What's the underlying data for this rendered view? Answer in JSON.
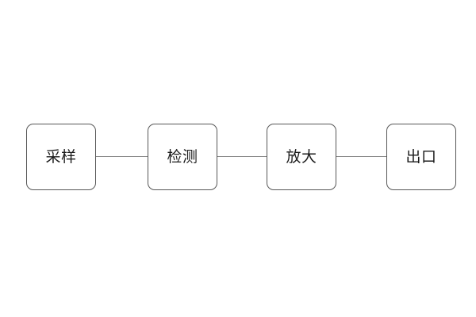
{
  "diagram": {
    "type": "flowchart",
    "orientation": "horizontal",
    "title": "",
    "background_color": "#ffffff",
    "node_fill_color": "#ffffff",
    "node_border_color": "#575757",
    "connector_color": "#8a8a8a",
    "label_color": "#1b1b1b",
    "nodes": [
      {
        "id": "node-1",
        "label": "采样"
      },
      {
        "id": "node-2",
        "label": "检测"
      },
      {
        "id": "node-3",
        "label": "放大"
      },
      {
        "id": "node-4",
        "label": "出口"
      }
    ],
    "connectors": [
      {
        "id": "conn-1",
        "from": "采样",
        "to": "检测"
      },
      {
        "id": "conn-2",
        "from": "检测",
        "to": "放大"
      },
      {
        "id": "conn-3",
        "from": "放大",
        "to": "出口"
      }
    ]
  }
}
